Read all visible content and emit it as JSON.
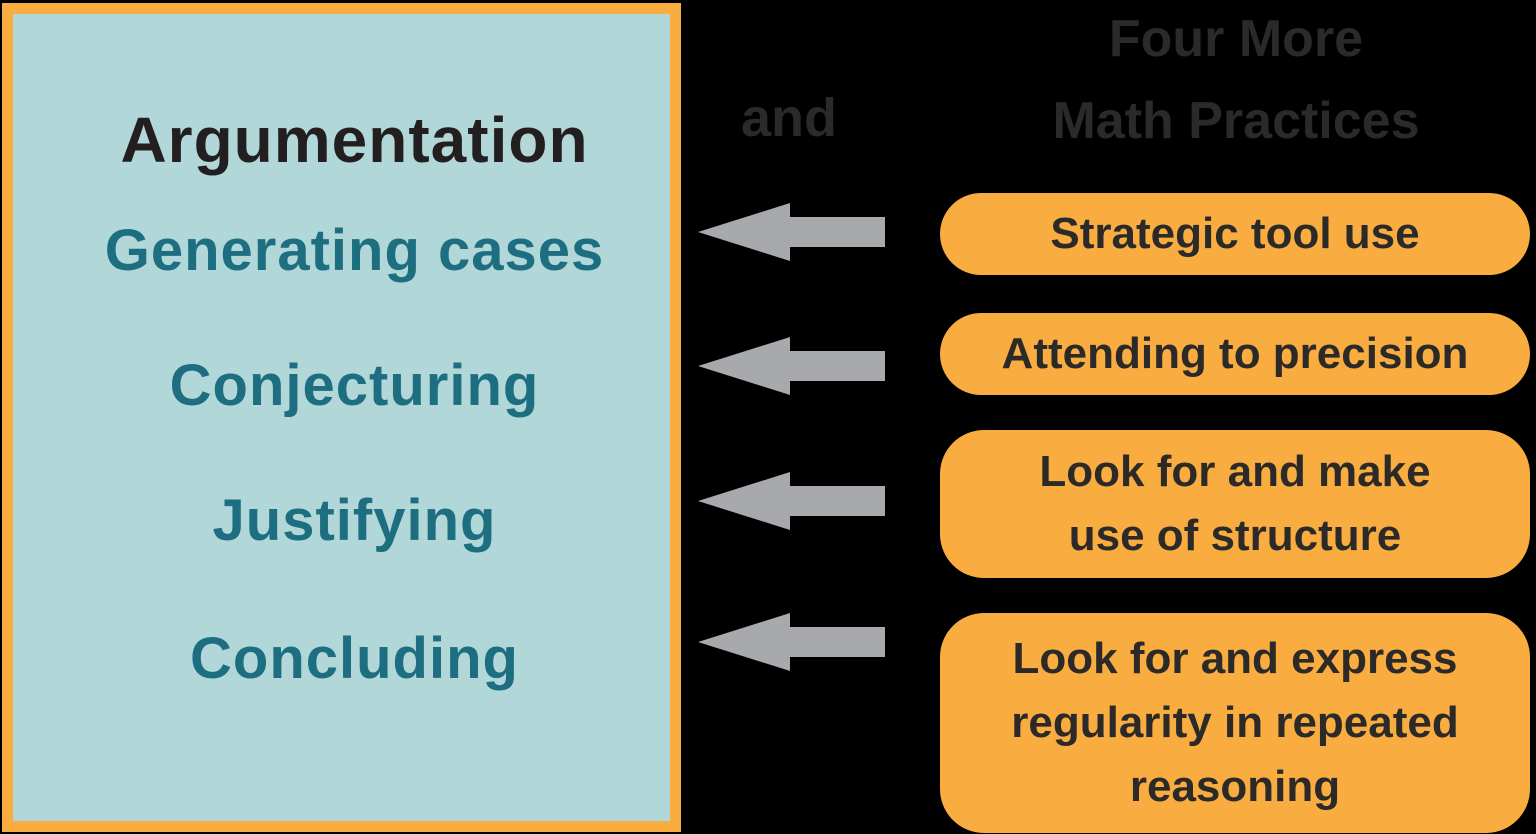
{
  "colors": {
    "background": "#000000",
    "panel_bg": "#B2D7D8",
    "orange": "#F9AD41",
    "teal_text": "#1D6E80",
    "dark_text": "#231F20",
    "gray_dark_text": "#2B2A28",
    "arrow_gray": "#A7A9AC"
  },
  "left_panel": {
    "title": "Argumentation",
    "items": [
      "Generating cases",
      "Conjecturing",
      "Justifying",
      "Concluding"
    ]
  },
  "connector": {
    "and_label": "and",
    "arrow_icon": "left-arrow-icon",
    "arrow_count": 4
  },
  "right_panel": {
    "title_line1": "Four More",
    "title_line2": "Math Practices",
    "pills": [
      {
        "lines": [
          "Strategic tool use"
        ]
      },
      {
        "lines": [
          "Attending to precision"
        ]
      },
      {
        "lines": [
          "Look for and make",
          "use of structure"
        ]
      },
      {
        "lines": [
          "Look for and express",
          "regularity in repeated",
          "reasoning"
        ]
      }
    ]
  }
}
